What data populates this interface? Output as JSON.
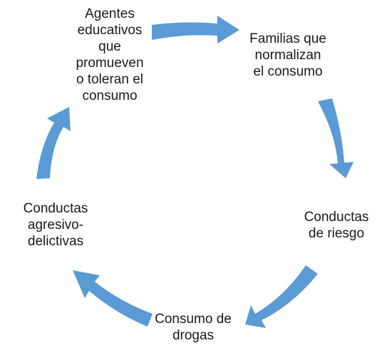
{
  "diagram": {
    "type": "cycle",
    "arrow_color": "#5b9bd5",
    "nodes": [
      {
        "id": "agentes",
        "label": "Agentes\neducativos\nque\npromueven\no toleran el\nconsumo"
      },
      {
        "id": "familias",
        "label": "Familias que\nnormalizan\nel consumo"
      },
      {
        "id": "riesgo",
        "label": "Conductas\nde riesgo"
      },
      {
        "id": "drogas",
        "label": "Consumo de\ndrogas"
      },
      {
        "id": "agresivo",
        "label": "Conductas\nagresivo-\ndelictivas"
      }
    ],
    "edges": [
      {
        "from": "agentes",
        "to": "familias"
      },
      {
        "from": "familias",
        "to": "riesgo"
      },
      {
        "from": "riesgo",
        "to": "drogas"
      },
      {
        "from": "drogas",
        "to": "agresivo"
      },
      {
        "from": "agresivo",
        "to": "agentes"
      }
    ]
  }
}
